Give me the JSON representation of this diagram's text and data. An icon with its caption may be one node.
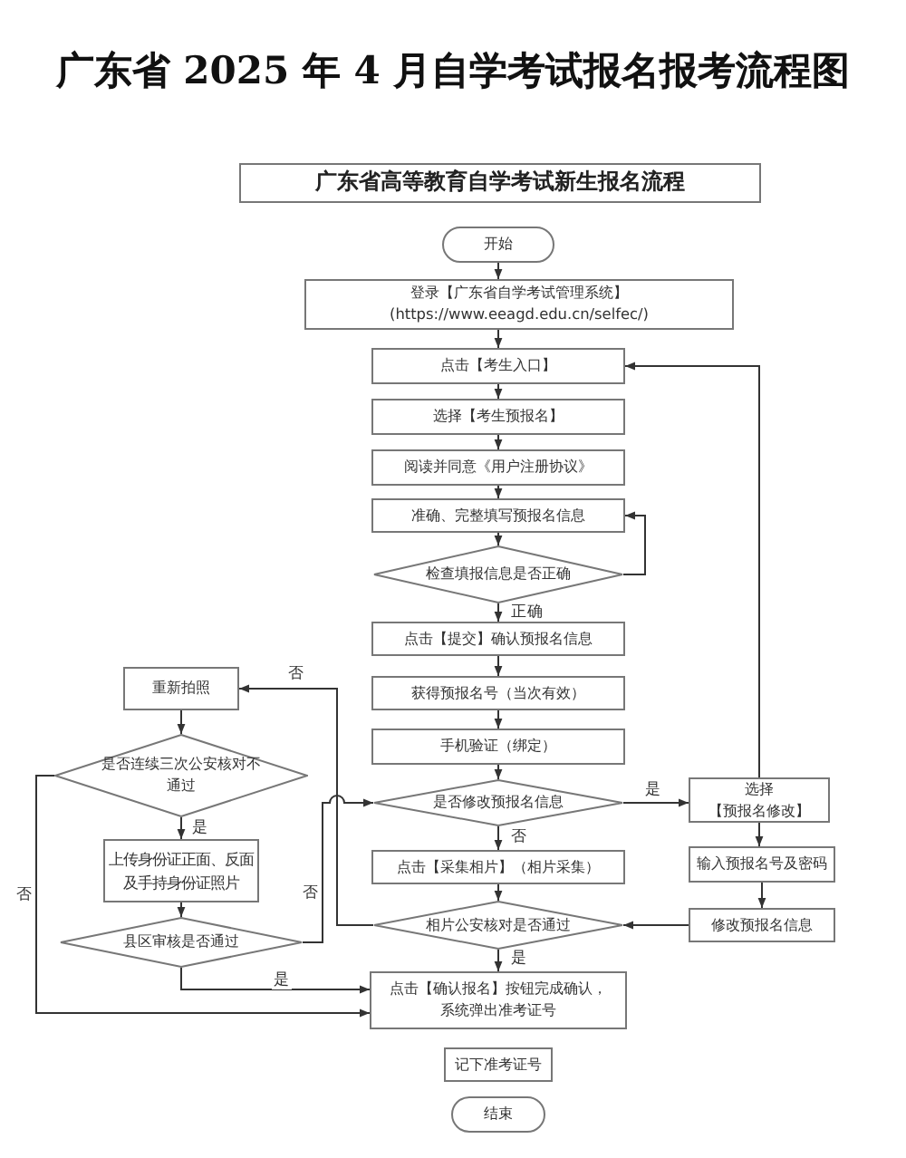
{
  "diagram": {
    "title": "广东省 2025 年 4 月自学考试报名报考流程图",
    "nodes": [
      {
        "text": [
          "广东省高等教育自学考试新生报名流程"
        ]
      },
      {
        "text": [
          "开始"
        ]
      },
      {
        "text": [
          "登录【广东省自学考试管理系统】 (https://www.eeagd.edu.cn/selfec/)"
        ]
      },
      {
        "text": [
          "点击【考生入口】"
        ]
      },
      {
        "text": [
          "选择【考生预报名】"
        ]
      },
      {
        "text": [
          "阅读并同意《用户注册协议》"
        ]
      },
      {
        "text": [
          "准确、完整填写预报名信息"
        ]
      },
      {
        "text": [
          "检查填报信息是否正确"
        ]
      },
      {
        "text": [
          "点击【提交】确认预报名信息"
        ]
      },
      {
        "text": [
          "获得预报名号（当次有效）"
        ]
      },
      {
        "text": [
          "手机验证（绑定）"
        ]
      },
      {
        "text": [
          "是否修改预报名信息"
        ]
      },
      {
        "text": [
          "点击【采集相片】（相片采集）"
        ]
      },
      {
        "text": [
          "相片公安核对是否通过"
        ]
      },
      {
        "text": [
          "点击【确认报名】按钮完成确认，系统弹出准考证号"
        ]
      },
      {
        "text": [
          "记下准考证号"
        ]
      },
      {
        "text": [
          "结束"
        ]
      },
      {
        "text": [
          "选择【预报名修改】"
        ]
      },
      {
        "text": [
          "输入预报名号及密码"
        ]
      },
      {
        "text": [
          "修改预报名信息"
        ]
      },
      {
        "text": [
          "重新拍照"
        ]
      },
      {
        "text": [
          "是否连续三次公安核对不通过"
        ]
      },
      {
        "text": [
          "上传身份证正面、反面及手持身份证照片"
        ]
      },
      {
        "text": [
          "县区审核是否通过"
        ]
      }
    ],
    "edges": [
      {
        "from": 1,
        "to": 2,
        "arrow": "to"
      },
      {
        "from": 2,
        "to": 3,
        "arrow": "to"
      },
      {
        "from": 3,
        "to": 4,
        "arrow": "to"
      },
      {
        "from": 4,
        "to": 5,
        "arrow": "to"
      },
      {
        "from": 5,
        "to": 6,
        "arrow": "to"
      },
      {
        "from": 6,
        "to": 7,
        "arrow": "to"
      },
      {
        "from": 7,
        "to": 6,
        "arrow": "to"
      },
      {
        "from": 7,
        "to": 8,
        "arrow": "to",
        "label": "正确"
      },
      {
        "from": 8,
        "to": 9,
        "arrow": "to"
      },
      {
        "from": 9,
        "to": 10,
        "arrow": "to"
      },
      {
        "from": 10,
        "to": 11,
        "arrow": "to"
      },
      {
        "from": 11,
        "to": 17,
        "arrow": "to",
        "label": "是"
      },
      {
        "from": 11,
        "to": 12,
        "arrow": "to",
        "label": "否"
      },
      {
        "from": 12,
        "to": 13,
        "arrow": "to"
      },
      {
        "from": 13,
        "to": 14,
        "arrow": "to",
        "label": "是"
      },
      {
        "from": 13,
        "to": 20,
        "arrow": "to",
        "label": "否"
      },
      {
        "from": 17,
        "to": 3,
        "arrow": "to"
      },
      {
        "from": 17,
        "to": 18,
        "arrow": "to"
      },
      {
        "from": 18,
        "to": 19,
        "arrow": "to"
      },
      {
        "from": 19,
        "to": 13,
        "arrow": "to"
      },
      {
        "from": 20,
        "to": 21,
        "arrow": "to"
      },
      {
        "from": 21,
        "to": 22,
        "arrow": "to",
        "label": "是"
      },
      {
        "from": 22,
        "to": 23,
        "arrow": "to"
      },
      {
        "from": 23,
        "to": 14,
        "arrow": "to",
        "label": "是"
      },
      {
        "from": 21,
        "to": 14,
        "arrow": "to",
        "label": "否"
      },
      {
        "from": 23,
        "to": 11,
        "arrow": "to",
        "label": "否"
      }
    ]
  }
}
